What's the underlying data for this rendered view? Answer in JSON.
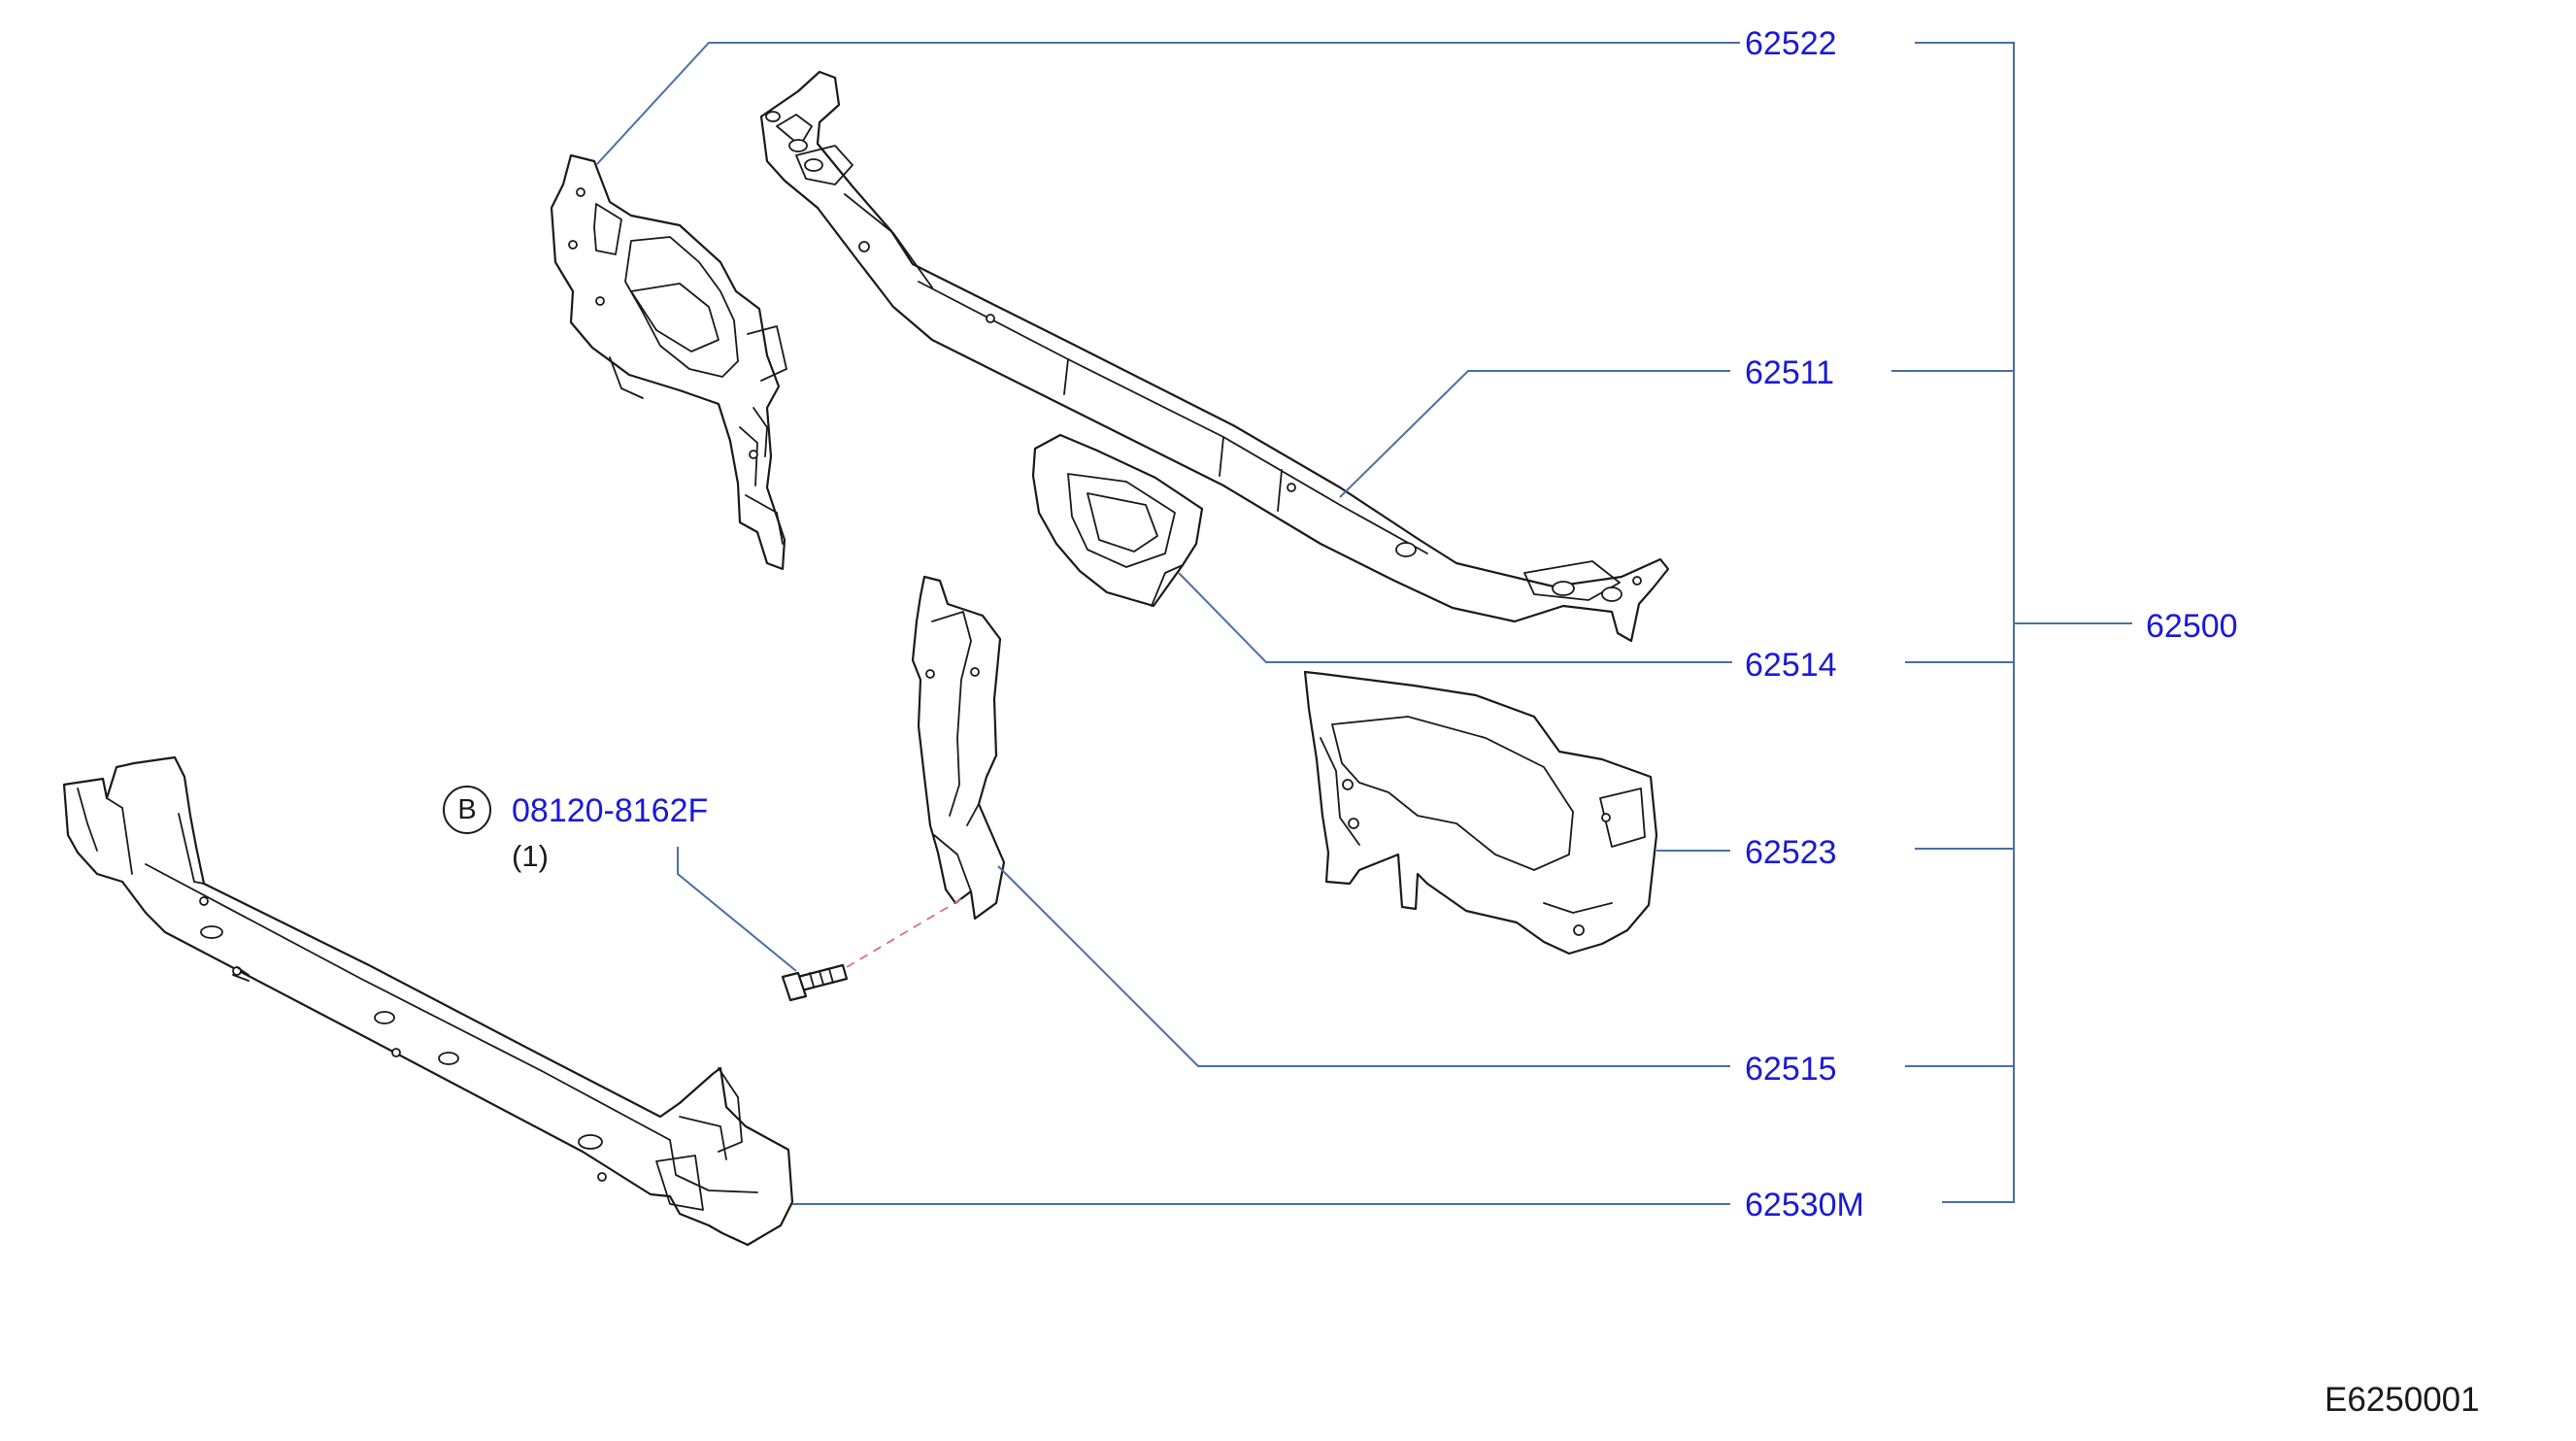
{
  "diagram": {
    "parts": [
      {
        "id": "62522",
        "label": "62522"
      },
      {
        "id": "62511",
        "label": "62511"
      },
      {
        "id": "62514",
        "label": "62514"
      },
      {
        "id": "62523",
        "label": "62523"
      },
      {
        "id": "62515",
        "label": "62515"
      },
      {
        "id": "62530M",
        "label": "62530M"
      }
    ],
    "assembly": {
      "label": "62500"
    },
    "bolt": {
      "badge": "B",
      "part_number": "08120-8162F",
      "quantity": "(1)"
    },
    "figure_code": "E6250001",
    "colors": {
      "label": "#1a1ad6",
      "leader": "#4a6fa5",
      "line_art": "#1a1a1a",
      "dashed": "#e07070"
    }
  }
}
